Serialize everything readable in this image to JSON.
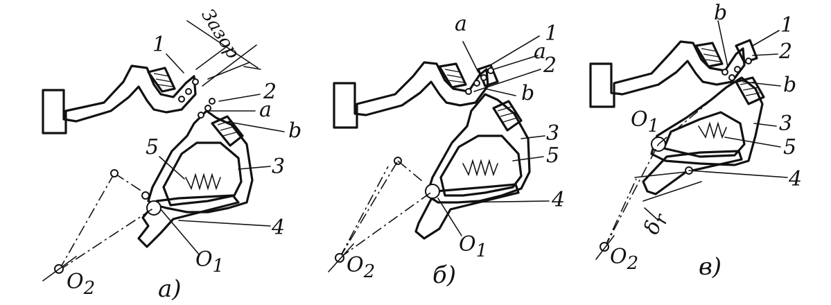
{
  "labels": {
    "part_1": "1",
    "part_2": "2",
    "part_3": "3",
    "part_4": "4",
    "part_5": "5",
    "point_a": "a",
    "point_b": "b",
    "pivot_o1": "O",
    "pivot_o1_sub": "1",
    "pivot_o2": "O",
    "pivot_o2_sub": "2",
    "gap": "Зазор",
    "delta": "δ",
    "delta_sub": "r"
  },
  "captions": {
    "a": "а)",
    "b": "б)",
    "c": "в)"
  }
}
